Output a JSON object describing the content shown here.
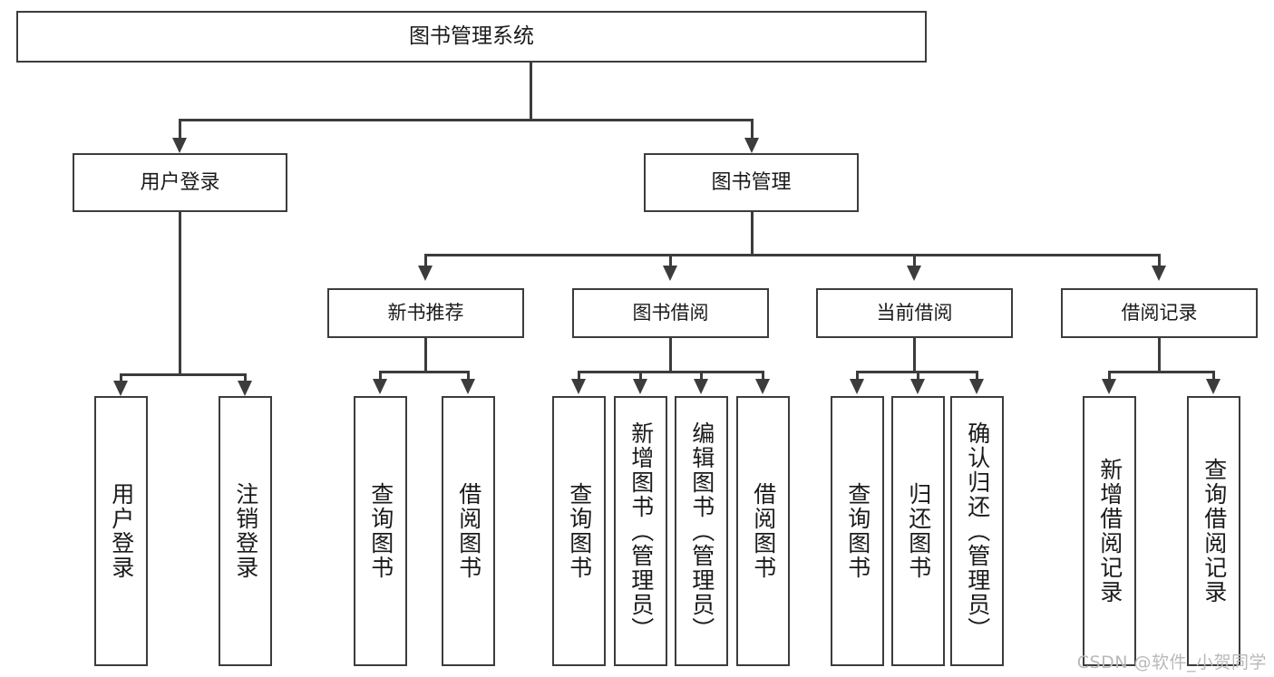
{
  "diagram": {
    "type": "tree",
    "title": "图书管理系统",
    "root": {
      "label": "图书管理系统"
    },
    "level1": [
      {
        "label": "用户登录"
      },
      {
        "label": "图书管理"
      }
    ],
    "level2": [
      {
        "label": "新书推荐"
      },
      {
        "label": "图书借阅"
      },
      {
        "label": "当前借阅"
      },
      {
        "label": "借阅记录"
      }
    ],
    "leaves": {
      "user_login": [
        {
          "label": "用户登录"
        },
        {
          "label": "注销登录"
        }
      ],
      "new_book_recommend": [
        {
          "label": "查询图书"
        },
        {
          "label": "借阅图书"
        }
      ],
      "book_borrow": [
        {
          "label": "查询图书"
        },
        {
          "label": "新增图书（管理员）"
        },
        {
          "label": "编辑图书（管理员）"
        },
        {
          "label": "借阅图书"
        }
      ],
      "current_borrow": [
        {
          "label": "查询图书"
        },
        {
          "label": "归还图书"
        },
        {
          "label": "确认归还（管理员）"
        }
      ],
      "borrow_record": [
        {
          "label": "新增借阅记录"
        },
        {
          "label": "查询借阅记录"
        }
      ]
    }
  },
  "watermark": {
    "text": "CSDN @软件_小贺同学"
  },
  "colors": {
    "stroke": "#3c3c3c",
    "fill": "#ffffff",
    "text": "#1a1a1a",
    "watermark": "#b9b9b9"
  }
}
